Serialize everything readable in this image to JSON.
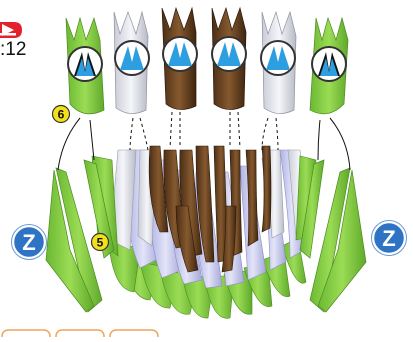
{
  "video_overlay": {
    "time_label": ":12",
    "icon": "play-logo-icon",
    "color": "#e4202a"
  },
  "step_badges": {
    "left_upper": "6",
    "left_lower": "5",
    "badge_color": "#f3e01b"
  },
  "side_markers": {
    "left": "Z",
    "right": "Z",
    "marker_color": "#2f73c4"
  },
  "module_colors": {
    "green": "#8ed14a",
    "white": "#e6e8ee",
    "brown": "#6a4526",
    "lavender": "#c9cbef",
    "blue_detail": "#2d9ee0"
  },
  "bottom_tabs": {
    "color": "#f0a45a"
  }
}
